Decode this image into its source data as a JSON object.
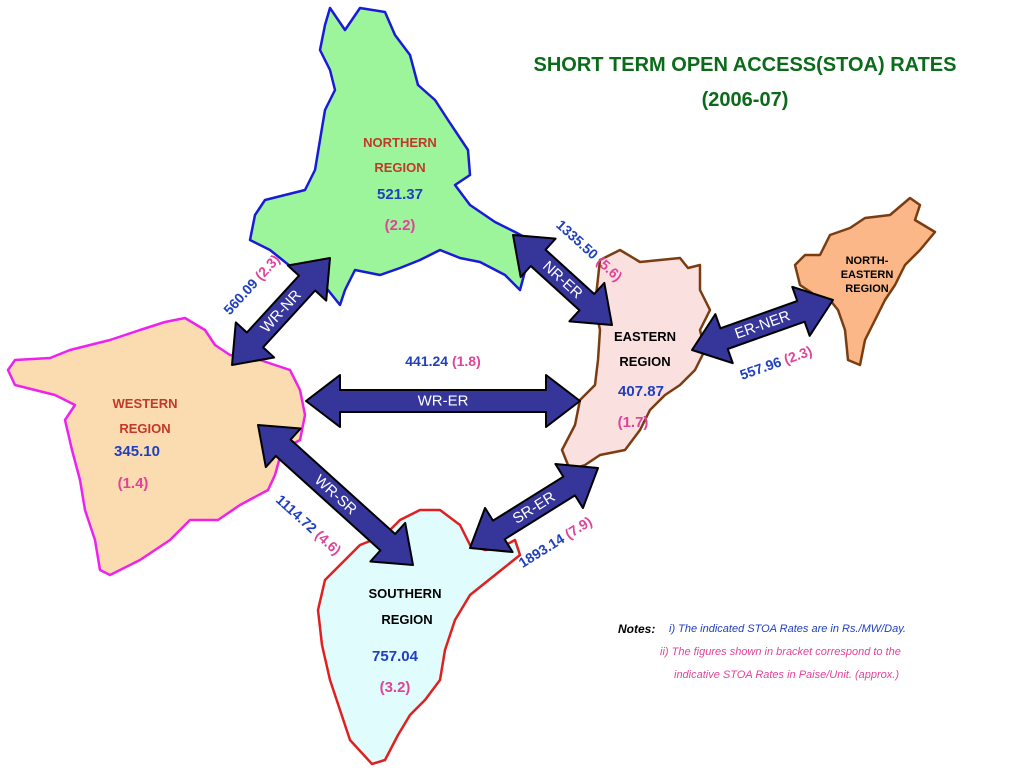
{
  "title_line1": "SHORT TERM OPEN ACCESS(STOA) RATES",
  "title_line2": "(2006-07)",
  "regions": {
    "northern": {
      "name1": "NORTHERN",
      "name2": "REGION",
      "rate": "521.37",
      "paise": "(2.2)",
      "fill": "#9cf59a",
      "stroke": "#1a1ad9"
    },
    "western": {
      "name1": "WESTERN",
      "name2": "REGION",
      "rate": "345.10",
      "paise": "(1.4)",
      "fill": "#fbdcb0",
      "stroke": "#ee22ee"
    },
    "eastern": {
      "name1": "EASTERN",
      "name2": "REGION",
      "rate": "407.87",
      "paise": "(1.7)",
      "fill": "#fbe0e0",
      "stroke": "#7a3d12"
    },
    "southern": {
      "name1": "SOUTHERN",
      "name2": "REGION",
      "rate": "757.04",
      "paise": "(3.2)",
      "fill": "#e0fcfc",
      "stroke": "#e02020"
    },
    "northeastern": {
      "name1": "NORTH-",
      "name2": "EASTERN",
      "name3": "REGION",
      "fill": "#fbb787",
      "stroke": "#7a3d12"
    }
  },
  "links": [
    {
      "id": "wr-nr",
      "label": "WR-NR",
      "rate": "560.09",
      "paise": "(2.3)"
    },
    {
      "id": "nr-er",
      "label": "NR-ER",
      "rate": "1335.50",
      "paise": "(5.6)"
    },
    {
      "id": "er-ner",
      "label": "ER-NER",
      "rate": "557.96",
      "paise": "(2.3)"
    },
    {
      "id": "wr-er",
      "label": "WR-ER",
      "rate": "441.24",
      "paise": "(1.8)"
    },
    {
      "id": "wr-sr",
      "label": "WR-SR",
      "rate": "1114.72",
      "paise": "(4.6)"
    },
    {
      "id": "sr-er",
      "label": "SR-ER",
      "rate": "1893.14",
      "paise": "(7.9)"
    }
  ],
  "arrow_color": "#35359a",
  "notes": {
    "heading": "Notes:",
    "note1": "i)  The indicated STOA Rates are in Rs./MW/Day.",
    "note2a": "ii)  The figures shown in bracket correspond to the",
    "note2b": "indicative  STOA Rates in Paise/Unit. (approx.)"
  }
}
